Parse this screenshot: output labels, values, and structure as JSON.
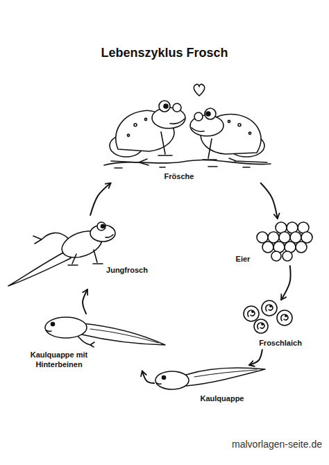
{
  "diagram": {
    "title": "Lebenszyklus Frosch",
    "nodes": [
      {
        "text": [
          "Frösche"
        ]
      },
      {
        "text": [
          "Eier"
        ]
      },
      {
        "text": [
          "Froschlaich"
        ]
      },
      {
        "text": [
          "Kaulquappe"
        ]
      },
      {
        "text": [
          "Kaulquappe mit Hinterbeinen"
        ]
      },
      {
        "text": [
          "Jungfrosch"
        ]
      }
    ],
    "edges": [
      {
        "from": 0,
        "to": 1,
        "arrow": "to"
      },
      {
        "from": 1,
        "to": 2,
        "arrow": "to"
      },
      {
        "from": 2,
        "to": 3,
        "arrow": "to"
      },
      {
        "from": 3,
        "to": 4,
        "arrow": "to"
      },
      {
        "from": 4,
        "to": 5,
        "arrow": "to"
      },
      {
        "from": 5,
        "to": 0,
        "arrow": "to"
      }
    ],
    "labels": [
      "malvorlagen-seite.de"
    ]
  }
}
